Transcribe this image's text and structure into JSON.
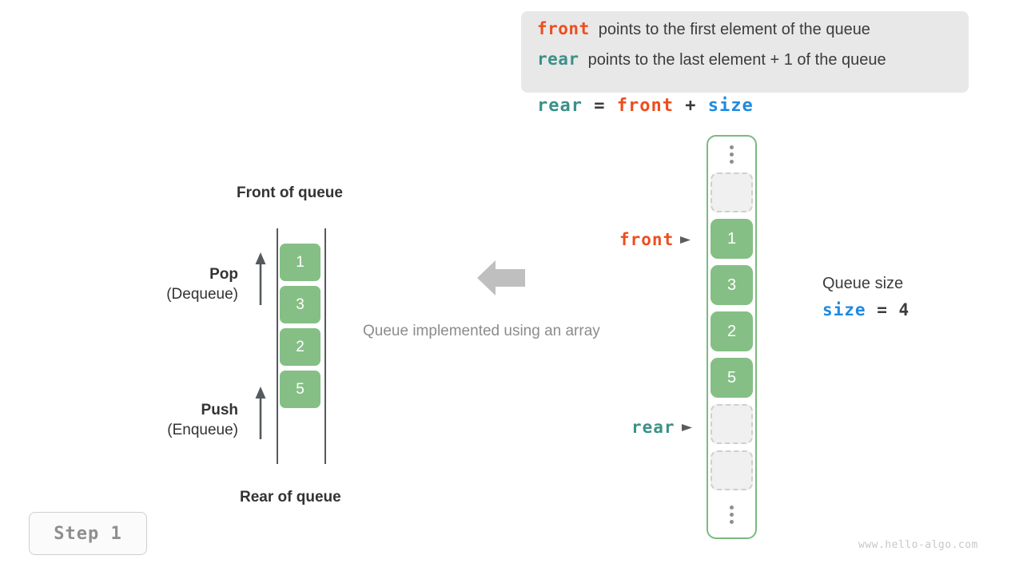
{
  "legend": {
    "rows": [
      {
        "keyword": "front",
        "keyword_color": "#ed4e1f",
        "text": "points to the first element of the queue"
      },
      {
        "keyword": "rear",
        "keyword_color": "#3a9188",
        "text": "points to the last element + 1 of the queue"
      }
    ]
  },
  "formula": {
    "lhs": "rear",
    "eq": "=",
    "rhs1": "front",
    "plus": "+",
    "rhs2": "size"
  },
  "left_diagram": {
    "front_label": "Front of queue",
    "rear_label": "Rear of queue",
    "pop": {
      "title": "Pop",
      "subtitle": "(Dequeue)"
    },
    "push": {
      "title": "Push",
      "subtitle": "(Enqueue)"
    },
    "cells": [
      "1",
      "3",
      "2",
      "5"
    ]
  },
  "center": {
    "caption": "Queue implemented using an array",
    "arrow_direction": "left",
    "arrow_color": "#bfbfbf"
  },
  "array_column": {
    "slots": [
      {
        "type": "ellipsis"
      },
      {
        "type": "empty"
      },
      {
        "type": "filled",
        "value": "1"
      },
      {
        "type": "filled",
        "value": "3"
      },
      {
        "type": "filled",
        "value": "2"
      },
      {
        "type": "filled",
        "value": "5"
      },
      {
        "type": "empty"
      },
      {
        "type": "empty"
      },
      {
        "type": "ellipsis"
      }
    ],
    "border_color": "#7cba7f",
    "filled_color": "#85bf85",
    "empty_color": "#f0f0f0"
  },
  "pointers": {
    "front": {
      "label": "front",
      "color": "#ed4e1f"
    },
    "rear": {
      "label": "rear",
      "color": "#3a9188"
    }
  },
  "size_note": {
    "title": "Queue size",
    "var": "size",
    "eq": "=",
    "value": "4",
    "var_color": "#1e8ae0"
  },
  "step_badge": {
    "label": "Step 1"
  },
  "watermark": {
    "text": "www.hello-algo.com"
  }
}
